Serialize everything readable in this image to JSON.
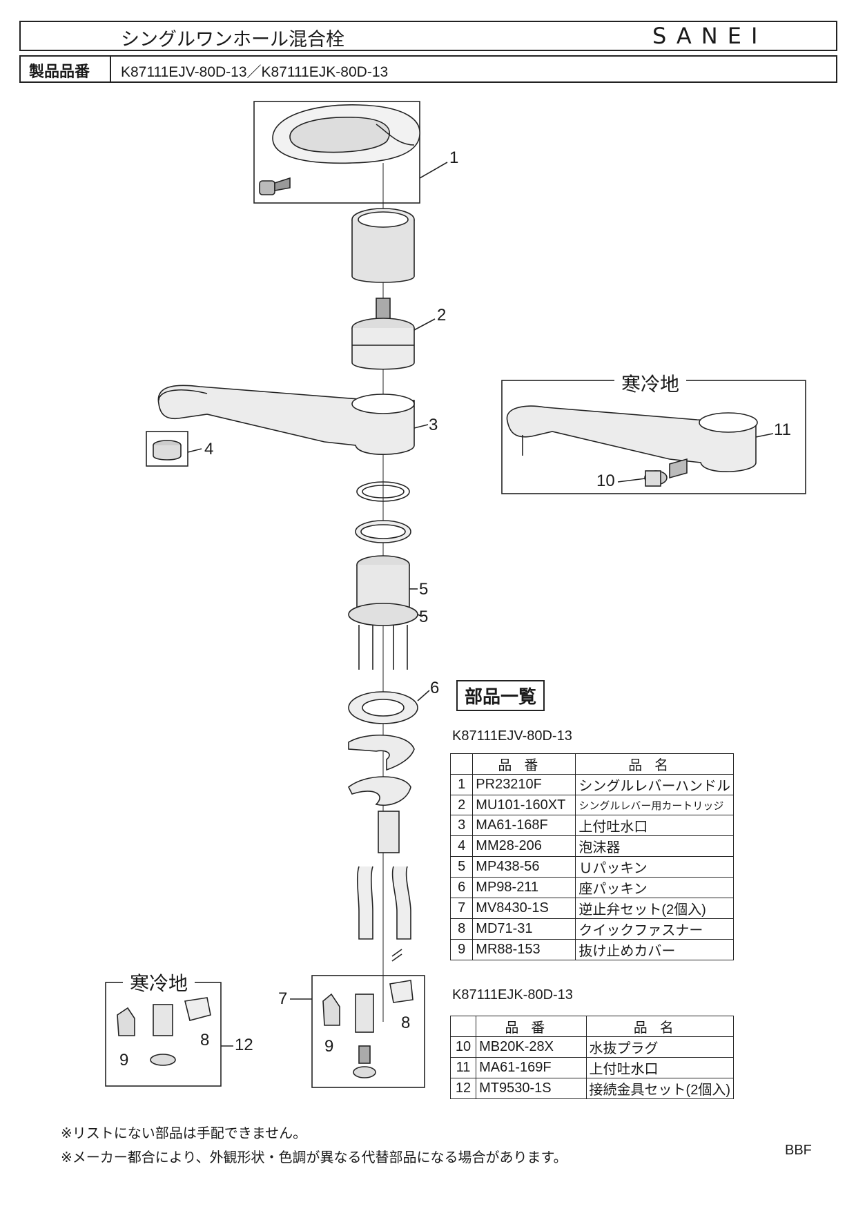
{
  "header": {
    "product_type": "シングルワンホール混合栓",
    "brand": "SANEI",
    "model_label": "製品品番",
    "model_numbers": "K87111EJV-80D-13／K87111EJK-80D-13"
  },
  "diagram": {
    "callouts": [
      "1",
      "2",
      "3",
      "4",
      "5",
      "5",
      "6",
      "7",
      "8",
      "9",
      "8",
      "9",
      "10",
      "11",
      "12"
    ],
    "cold_region_label": "寒冷地"
  },
  "parts_list": {
    "heading": "部品一覧",
    "columns": [
      "品番",
      "品名"
    ],
    "table_a": {
      "caption": "K87111EJV-80D-13",
      "rows": [
        {
          "no": "1",
          "code": "PR23210F",
          "name": "シングルレバーハンドル"
        },
        {
          "no": "2",
          "code": "MU101-160XT",
          "name": "シングルレバー用カートリッジ"
        },
        {
          "no": "3",
          "code": "MA61-168F",
          "name": "上付吐水口"
        },
        {
          "no": "4",
          "code": "MM28-206",
          "name": "泡沫器"
        },
        {
          "no": "5",
          "code": "MP438-56",
          "name": "Ｕパッキン"
        },
        {
          "no": "6",
          "code": "MP98-211",
          "name": "座パッキン"
        },
        {
          "no": "7",
          "code": "MV8430-1S",
          "name": "逆止弁セット(2個入)"
        },
        {
          "no": "8",
          "code": "MD71-31",
          "name": "クイックファスナー"
        },
        {
          "no": "9",
          "code": "MR88-153",
          "name": "抜け止めカバー"
        }
      ]
    },
    "table_b": {
      "caption": "K87111EJK-80D-13",
      "rows": [
        {
          "no": "10",
          "code": "MB20K-28X",
          "name": "水抜プラグ"
        },
        {
          "no": "11",
          "code": "MA61-169F",
          "name": "上付吐水口"
        },
        {
          "no": "12",
          "code": "MT9530-1S",
          "name": "接続金具セット(2個入)"
        }
      ]
    }
  },
  "notes": [
    "※リストにない部品は手配できません。",
    "※メーカー都合により、外観形状・色調が異なる代替部品になる場合があります。"
  ],
  "footer_code": "BBF"
}
